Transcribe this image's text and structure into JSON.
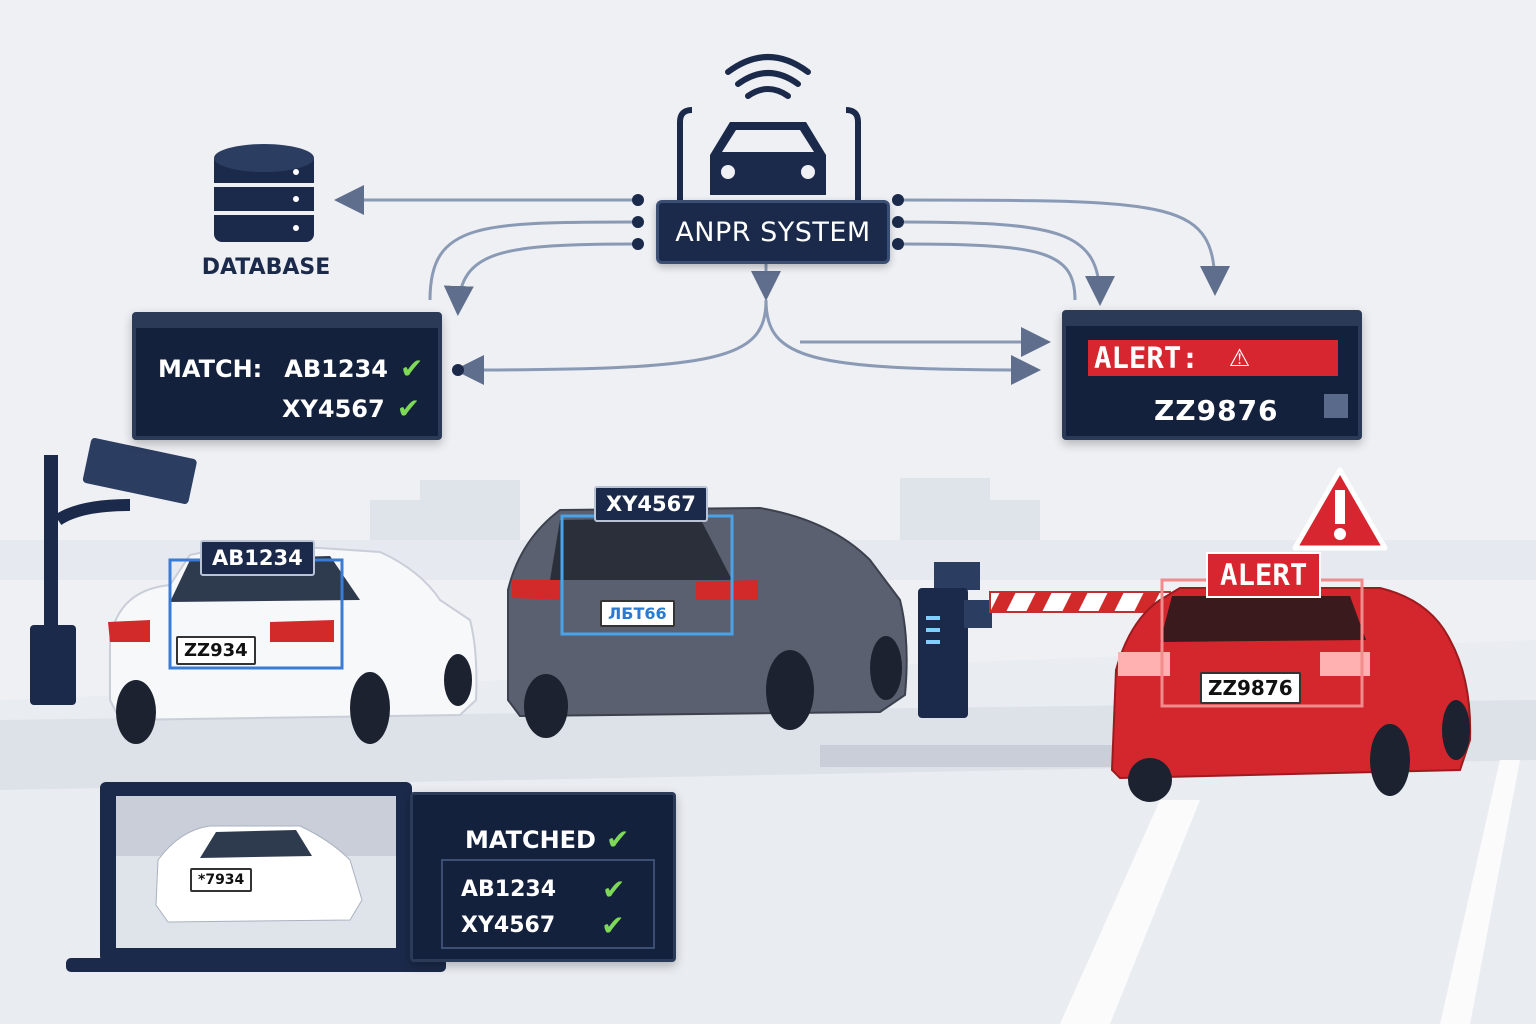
{
  "anpr": {
    "label": "ANPR SYSTEM"
  },
  "database": {
    "label": "DATABASE"
  },
  "match_panel": {
    "prefix": "MATCH:",
    "plates": [
      "AB1234",
      "XY4567"
    ]
  },
  "alert_panel": {
    "title": "ALERT:",
    "plate": "ZZ9876"
  },
  "cars": {
    "white": {
      "tag": "AB1234",
      "plate": "ZZ934"
    },
    "grey": {
      "tag": "XY4567",
      "plate": "ЛБТ66"
    },
    "red": {
      "tag": "ALERT",
      "plate": "ZZ9876"
    }
  },
  "laptop": {
    "title": "MATCHED",
    "plates": [
      "AB1234",
      "XY4567"
    ],
    "screen_plate": "*7934"
  },
  "colors": {
    "navy": "#14213d",
    "alert_red": "#d7262f",
    "check_green": "#7ed957",
    "connector": "#8a9ab5"
  },
  "icons": [
    "database-icon",
    "wireless-signal-icon",
    "camera-icon",
    "warning-icon",
    "check-icon",
    "barrier-gate-icon"
  ]
}
